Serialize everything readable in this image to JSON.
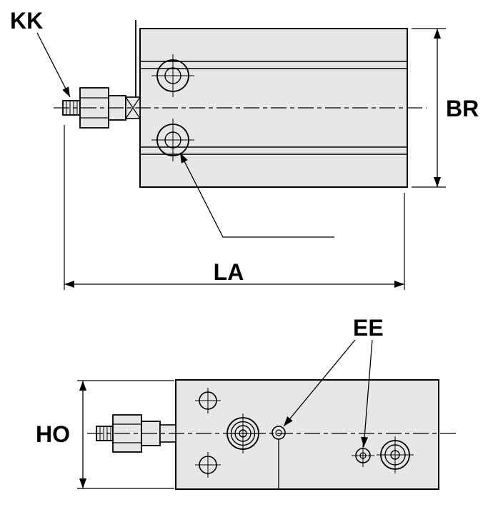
{
  "diagram": {
    "type": "technical-drawing",
    "subject": "cylinder-two-view-dimension-drawing",
    "labels": {
      "kk": "KK",
      "br": "BR",
      "la": "LA",
      "ee": "EE",
      "ho": "HO"
    },
    "colors": {
      "body_fill": "#e7e7e7",
      "line": "#000000",
      "background": "#ffffff"
    }
  }
}
